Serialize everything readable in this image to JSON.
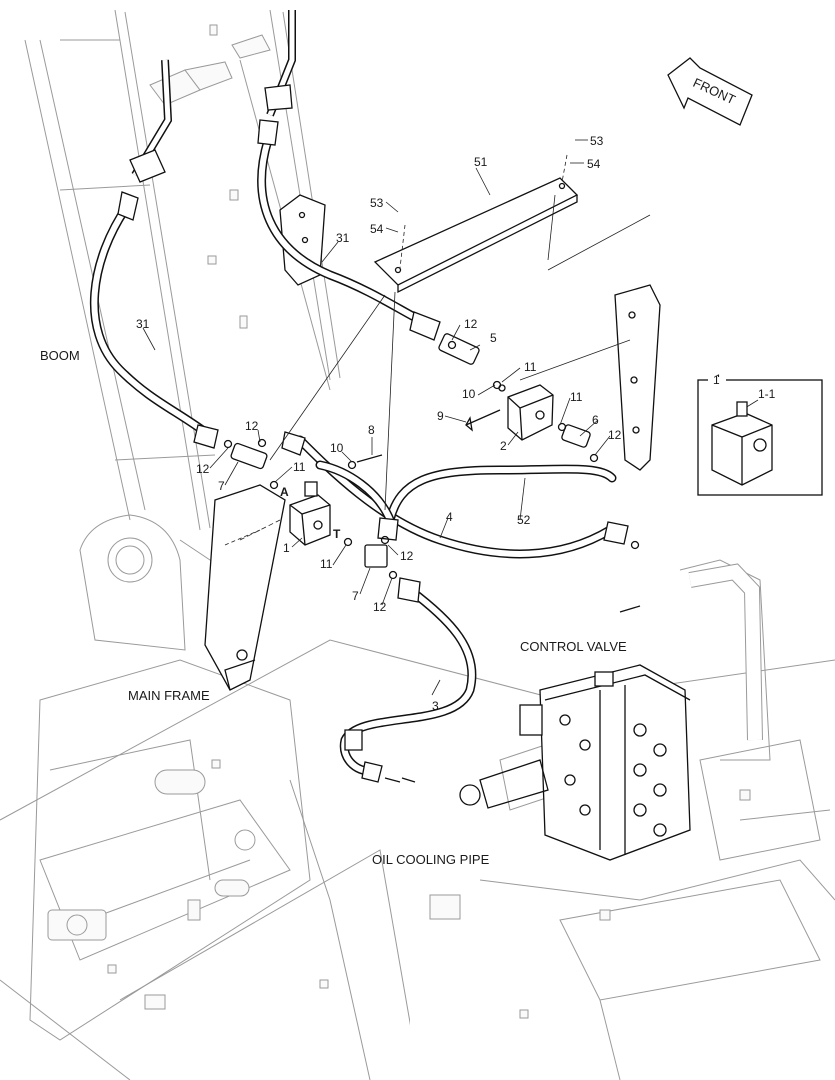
{
  "labels": {
    "boom": "BOOM",
    "main_frame": "MAIN FRAME",
    "control_valve": "CONTROL VALVE",
    "oil_cooling_pipe": "OIL COOLING PIPE",
    "front": "FRONT",
    "port_a": "A",
    "port_t": "T"
  },
  "callouts": {
    "c53a": "53",
    "c54a": "54",
    "c51": "51",
    "c53b": "53",
    "c54b": "54",
    "c31a": "31",
    "c31b": "31",
    "c12a": "12",
    "c5": "5",
    "c11a": "11",
    "c10a": "10",
    "c9": "9",
    "c2": "2",
    "c11b": "11",
    "c6": "6",
    "c12b": "12",
    "c8": "8",
    "c10b": "10",
    "c11c": "11",
    "c12c": "12",
    "c12d": "12",
    "c7a": "7",
    "c1": "1",
    "c11d": "11",
    "c12e": "12",
    "c7b": "7",
    "c12f": "12",
    "c4": "4",
    "c52": "52",
    "c3": "3"
  },
  "inset": {
    "title": "1",
    "item": "1-1"
  }
}
